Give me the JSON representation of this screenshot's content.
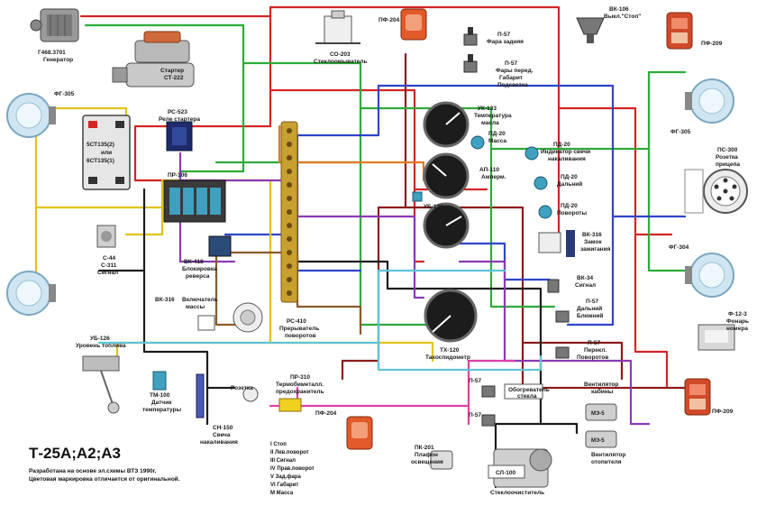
{
  "title": "Т-25А;А2;А3",
  "note": [
    "Разработана на основе эл.схемы ВТЗ 1990г.",
    "Цветовая маркировка отличается от оригинальной."
  ],
  "legend": [
    "I Стоп",
    "II Лев.поворот",
    "III Сигнал",
    "IV Прав.поворот",
    "V Зад.фара",
    "VI Габарит",
    "M Масса"
  ],
  "components": {
    "generator": [
      "Г468.3701",
      "Генератор"
    ],
    "starter": [
      "Стартер",
      "СТ-222"
    ],
    "washer": [
      "СО-203",
      "Стеклоомыватель"
    ],
    "pf204_top": [
      "ПФ-204"
    ],
    "p57_rear": [
      "П-57",
      "Фара задняя"
    ],
    "p57_front": [
      "П-57",
      "Фары перед.",
      "Габарит",
      "Подсветка"
    ],
    "vk106": [
      "ВК-106",
      "Выкл.\"Стоп\""
    ],
    "pf209_top": [
      "ПФ-209"
    ],
    "fg305_top": [
      "ФГ-305"
    ],
    "battery": [
      "5СТ135(2)",
      "или",
      "6СТ135(1)"
    ],
    "rs523": [
      "РС-523",
      "Реле стартера"
    ],
    "pr106": [
      "ПР-106"
    ],
    "uk133": [
      "УК-133",
      "Температура",
      "масла"
    ],
    "pd20_mass": [
      "ПД-20",
      "Масса"
    ],
    "pd20_glow": [
      "ПД-20",
      "Индикатор свечи",
      "накаливания"
    ],
    "ap110": [
      "АП-110",
      "Амперм."
    ],
    "pd20_far": [
      "ПД-20",
      "Дальний"
    ],
    "ub126_gauge": [
      "УБ-126"
    ],
    "pd20_turn": [
      "ПД-20",
      "Повороты"
    ],
    "ps300": [
      "ПС-300",
      "Розетка",
      "прицепа"
    ],
    "fg305_right": [
      "ФГ-305"
    ],
    "signal": [
      "С-44",
      "С-311",
      "Сигнал"
    ],
    "vk418": [
      "ВК-418",
      "Блокировка",
      "реверса"
    ],
    "vk316_lock": [
      "ВК-316",
      "Замок",
      "зажигания"
    ],
    "vk34": [
      "ВК-34",
      "Сигнал"
    ],
    "fg304": [
      "ФГ-304"
    ],
    "vk316_mass": [
      "ВК-316",
      "Включатель",
      "массы"
    ],
    "rs410": [
      "РС-410",
      "Прерыватель",
      "поворотов"
    ],
    "p57_low": [
      "П-57",
      "Дальний",
      "Ближний"
    ],
    "plate": [
      "Ф-12-3",
      "Фонарь",
      "номера"
    ],
    "ub126": [
      "УБ-126",
      "Уровень топлива"
    ],
    "tx120": [
      "ТХ-120",
      "Тахоспидометр"
    ],
    "p57_turn": [
      "П-57",
      "Перекл.",
      "Поворотов"
    ],
    "tm100": [
      "ТМ-100",
      "Датчик",
      "температуры"
    ],
    "socket": [
      "Розетка"
    ],
    "pr310": [
      "ПР-310",
      "Термобиметалл.",
      "предохранитель"
    ],
    "p57_heater": [
      "П-57"
    ],
    "heater": [
      "Обогреватель",
      "стекла"
    ],
    "fan_cab": [
      "Вентилятор",
      "кабины"
    ],
    "me5_a": [
      "МЭ-5"
    ],
    "me5_b": [
      "МЭ-5"
    ],
    "fan_heat": [
      "Вентилятор",
      "отопителя"
    ],
    "pf209_bottom": [
      "ПФ-209"
    ],
    "sn150": [
      "СН-150",
      "Свеча",
      "накаливания"
    ],
    "pf204_bottom": [
      "ПФ-204"
    ],
    "p57_mid": [
      "П-57"
    ],
    "pk201": [
      "ПК-201",
      "Плафон",
      "освещения"
    ],
    "sl100": [
      "СЛ-100",
      "Стеклоочиститель"
    ]
  },
  "colors": {
    "red": "#d42424",
    "darkred": "#8b1a1a",
    "green": "#2eaa3a",
    "blue": "#2f45c8",
    "yellow": "#e0c21a",
    "black": "#1c1c1c",
    "purple": "#8a3ab5",
    "pink": "#e040a8",
    "cyan": "#5fc4d8",
    "brown": "#8c5a2b",
    "orange": "#e07a20"
  }
}
